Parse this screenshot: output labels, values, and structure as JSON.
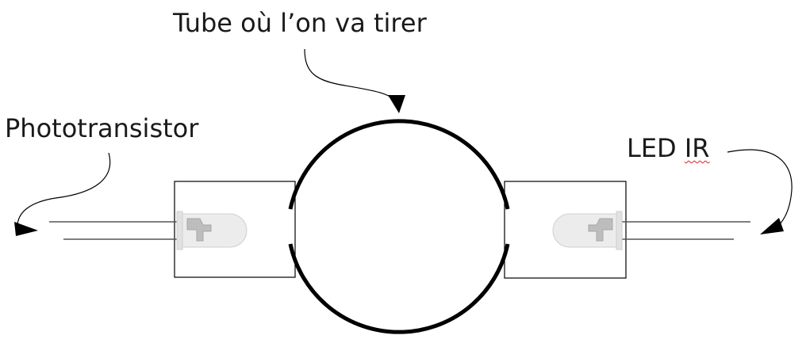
{
  "labels": {
    "tube": "Tube où l’on va tirer",
    "phototransistor": "Phototransistor",
    "led": "LED",
    "led_suffix": "IR"
  },
  "colors": {
    "stroke": "#000000",
    "lead": "#555555",
    "led_body": "#ececec",
    "led_inner": "#bdbdbd",
    "spellcheck": "#dd2222"
  }
}
